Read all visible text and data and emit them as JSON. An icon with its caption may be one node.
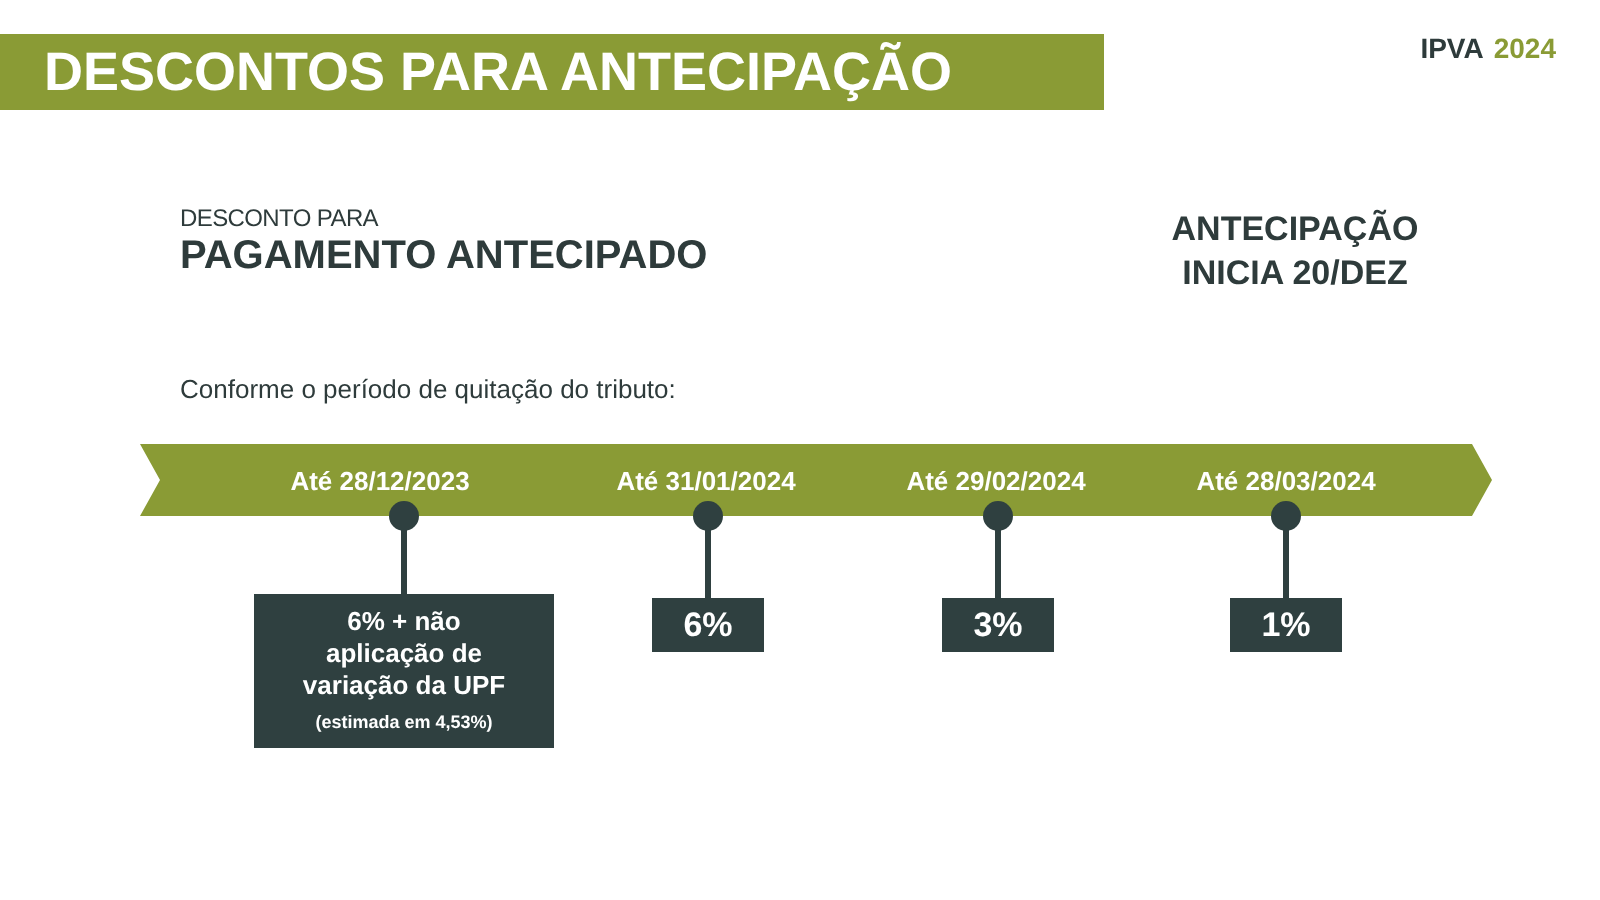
{
  "diagram": {
    "title": "DESCONTOS PARA ANTECIPAÇÃO",
    "nodes": [
      {
        "text": [
          "Até 28/12/2023",
          "Até 31/01/2024",
          "Até 29/02/2024",
          "Até 28/03/2024"
        ]
      },
      {
        "text": [
          "6% + não aplicação de variação da UPF",
          "(estimada em 4,53%)"
        ]
      },
      {
        "text": [
          "6%"
        ]
      },
      {
        "text": [
          "3%"
        ]
      },
      {
        "text": [
          "1%"
        ]
      }
    ],
    "edges": [
      {
        "from": 0,
        "to": 1,
        "arrow": "other"
      },
      {
        "from": 0,
        "to": 2,
        "arrow": "other"
      },
      {
        "from": 0,
        "to": 3,
        "arrow": "other"
      },
      {
        "from": 0,
        "to": 4,
        "arrow": "other"
      }
    ],
    "labels": [
      "IPVA",
      "2024",
      "DESCONTO PARA",
      "PAGAMENTO ANTECIPADO",
      "ANTECIPAÇÃO INICIA 20/DEZ",
      "Conforme o período de quitação do tributo:"
    ]
  }
}
